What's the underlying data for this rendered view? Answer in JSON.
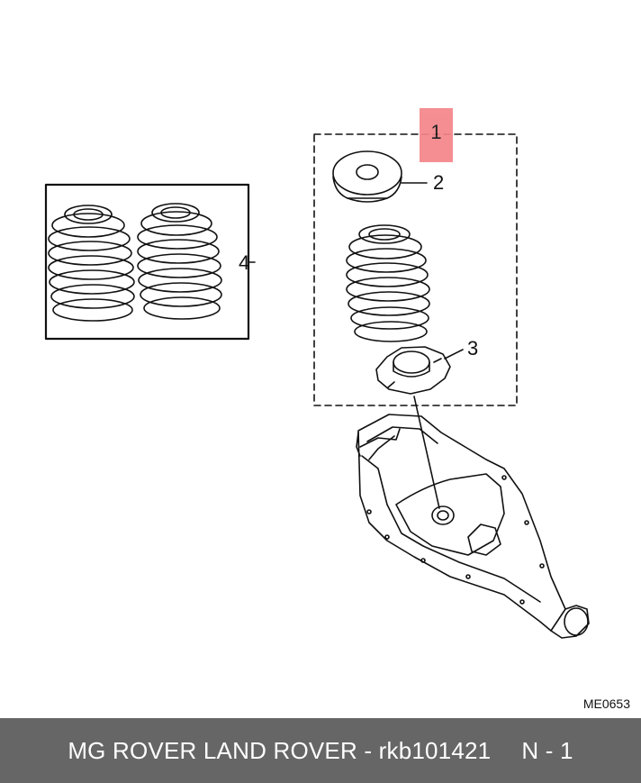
{
  "callouts": {
    "c1": "1",
    "c2": "2",
    "c3": "3",
    "c4": "4"
  },
  "reference_code": "ME0653",
  "footer": {
    "part_text": "MG ROVER LAND ROVER - rkb101421",
    "position_text": "N - 1"
  },
  "colors": {
    "highlight": "#f4858a",
    "footer_bg": "#666666",
    "line": "#111111"
  }
}
